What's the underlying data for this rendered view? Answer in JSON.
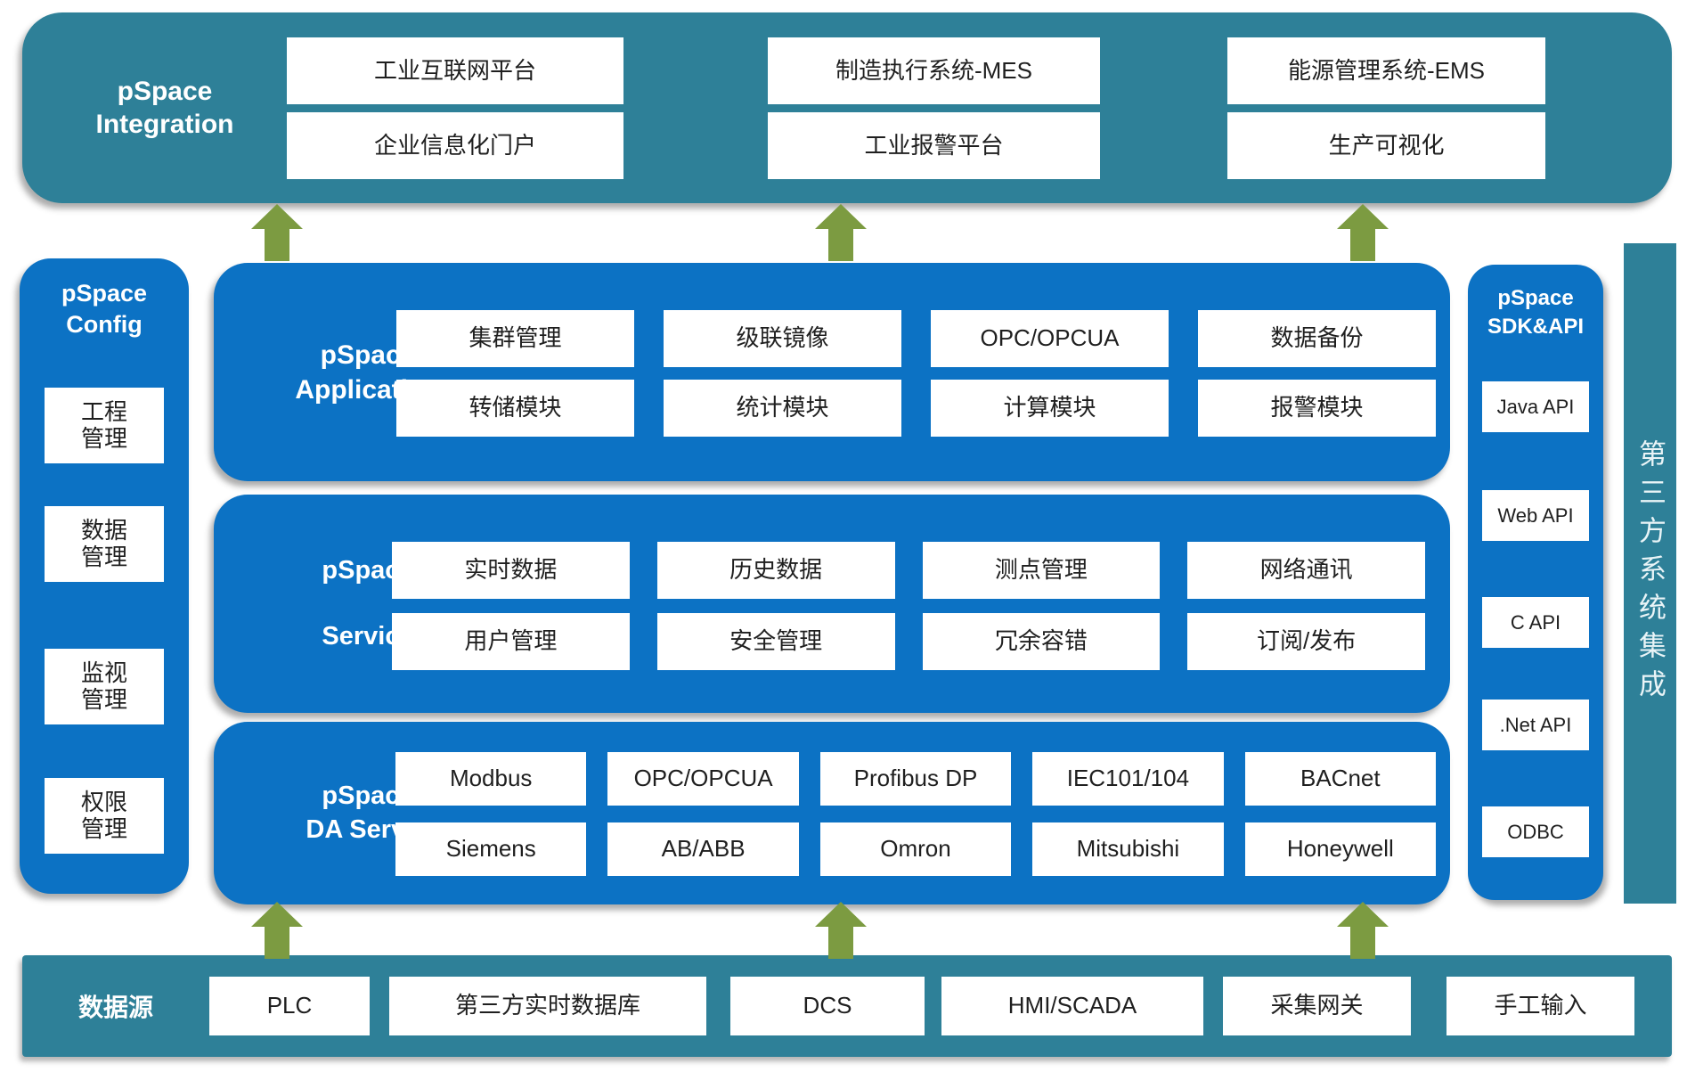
{
  "colors": {
    "teal": "#2e8098",
    "blue": "#0c72c4",
    "arrow_green": "#7c9b41",
    "box_text": "#1f1f1f"
  },
  "integration": {
    "title": "pSpace\nIntegration",
    "groups": [
      {
        "boxes": [
          "工业互联网平台",
          "企业信息化门户"
        ]
      },
      {
        "boxes": [
          "制造执行系统-MES",
          "工业报警平台"
        ]
      },
      {
        "boxes": [
          "能源管理系统-EMS",
          "生产可视化"
        ]
      }
    ]
  },
  "config": {
    "title": "pSpace\nConfig",
    "items": [
      "工程\n管理",
      "数据\n管理",
      "监视\n管理",
      "权限\n管理"
    ]
  },
  "application": {
    "title": "pSpace\nApplication",
    "rows": [
      [
        "集群管理",
        "级联镜像",
        "OPC/OPCUA",
        "数据备份"
      ],
      [
        "转储模块",
        "统计模块",
        "计算模块",
        "报警模块"
      ]
    ]
  },
  "service": {
    "title_line1": "pSpace",
    "title_line2": "Service",
    "rows": [
      [
        "实时数据",
        "历史数据",
        "测点管理",
        "网络通讯"
      ],
      [
        "用户管理",
        "安全管理",
        "冗余容错",
        "订阅/发布"
      ]
    ]
  },
  "da_server": {
    "title": "pSpace\nDA Server",
    "rows": [
      [
        "Modbus",
        "OPC/OPCUA",
        "Profibus DP",
        "IEC101/104",
        "BACnet"
      ],
      [
        "Siemens",
        "AB/ABB",
        "Omron",
        "Mitsubishi",
        "Honeywell"
      ]
    ]
  },
  "sdk": {
    "title": "pSpace\nSDK&API",
    "items": [
      "Java API",
      "Web API",
      "C API",
      ".Net API",
      "ODBC"
    ]
  },
  "third_party_bar": {
    "label": "第三方系统集成"
  },
  "datasource": {
    "title": "数据源",
    "items": [
      "PLC",
      "第三方实时数据库",
      "DCS",
      "HMI/SCADA",
      "采集网关",
      "手工输入"
    ]
  }
}
